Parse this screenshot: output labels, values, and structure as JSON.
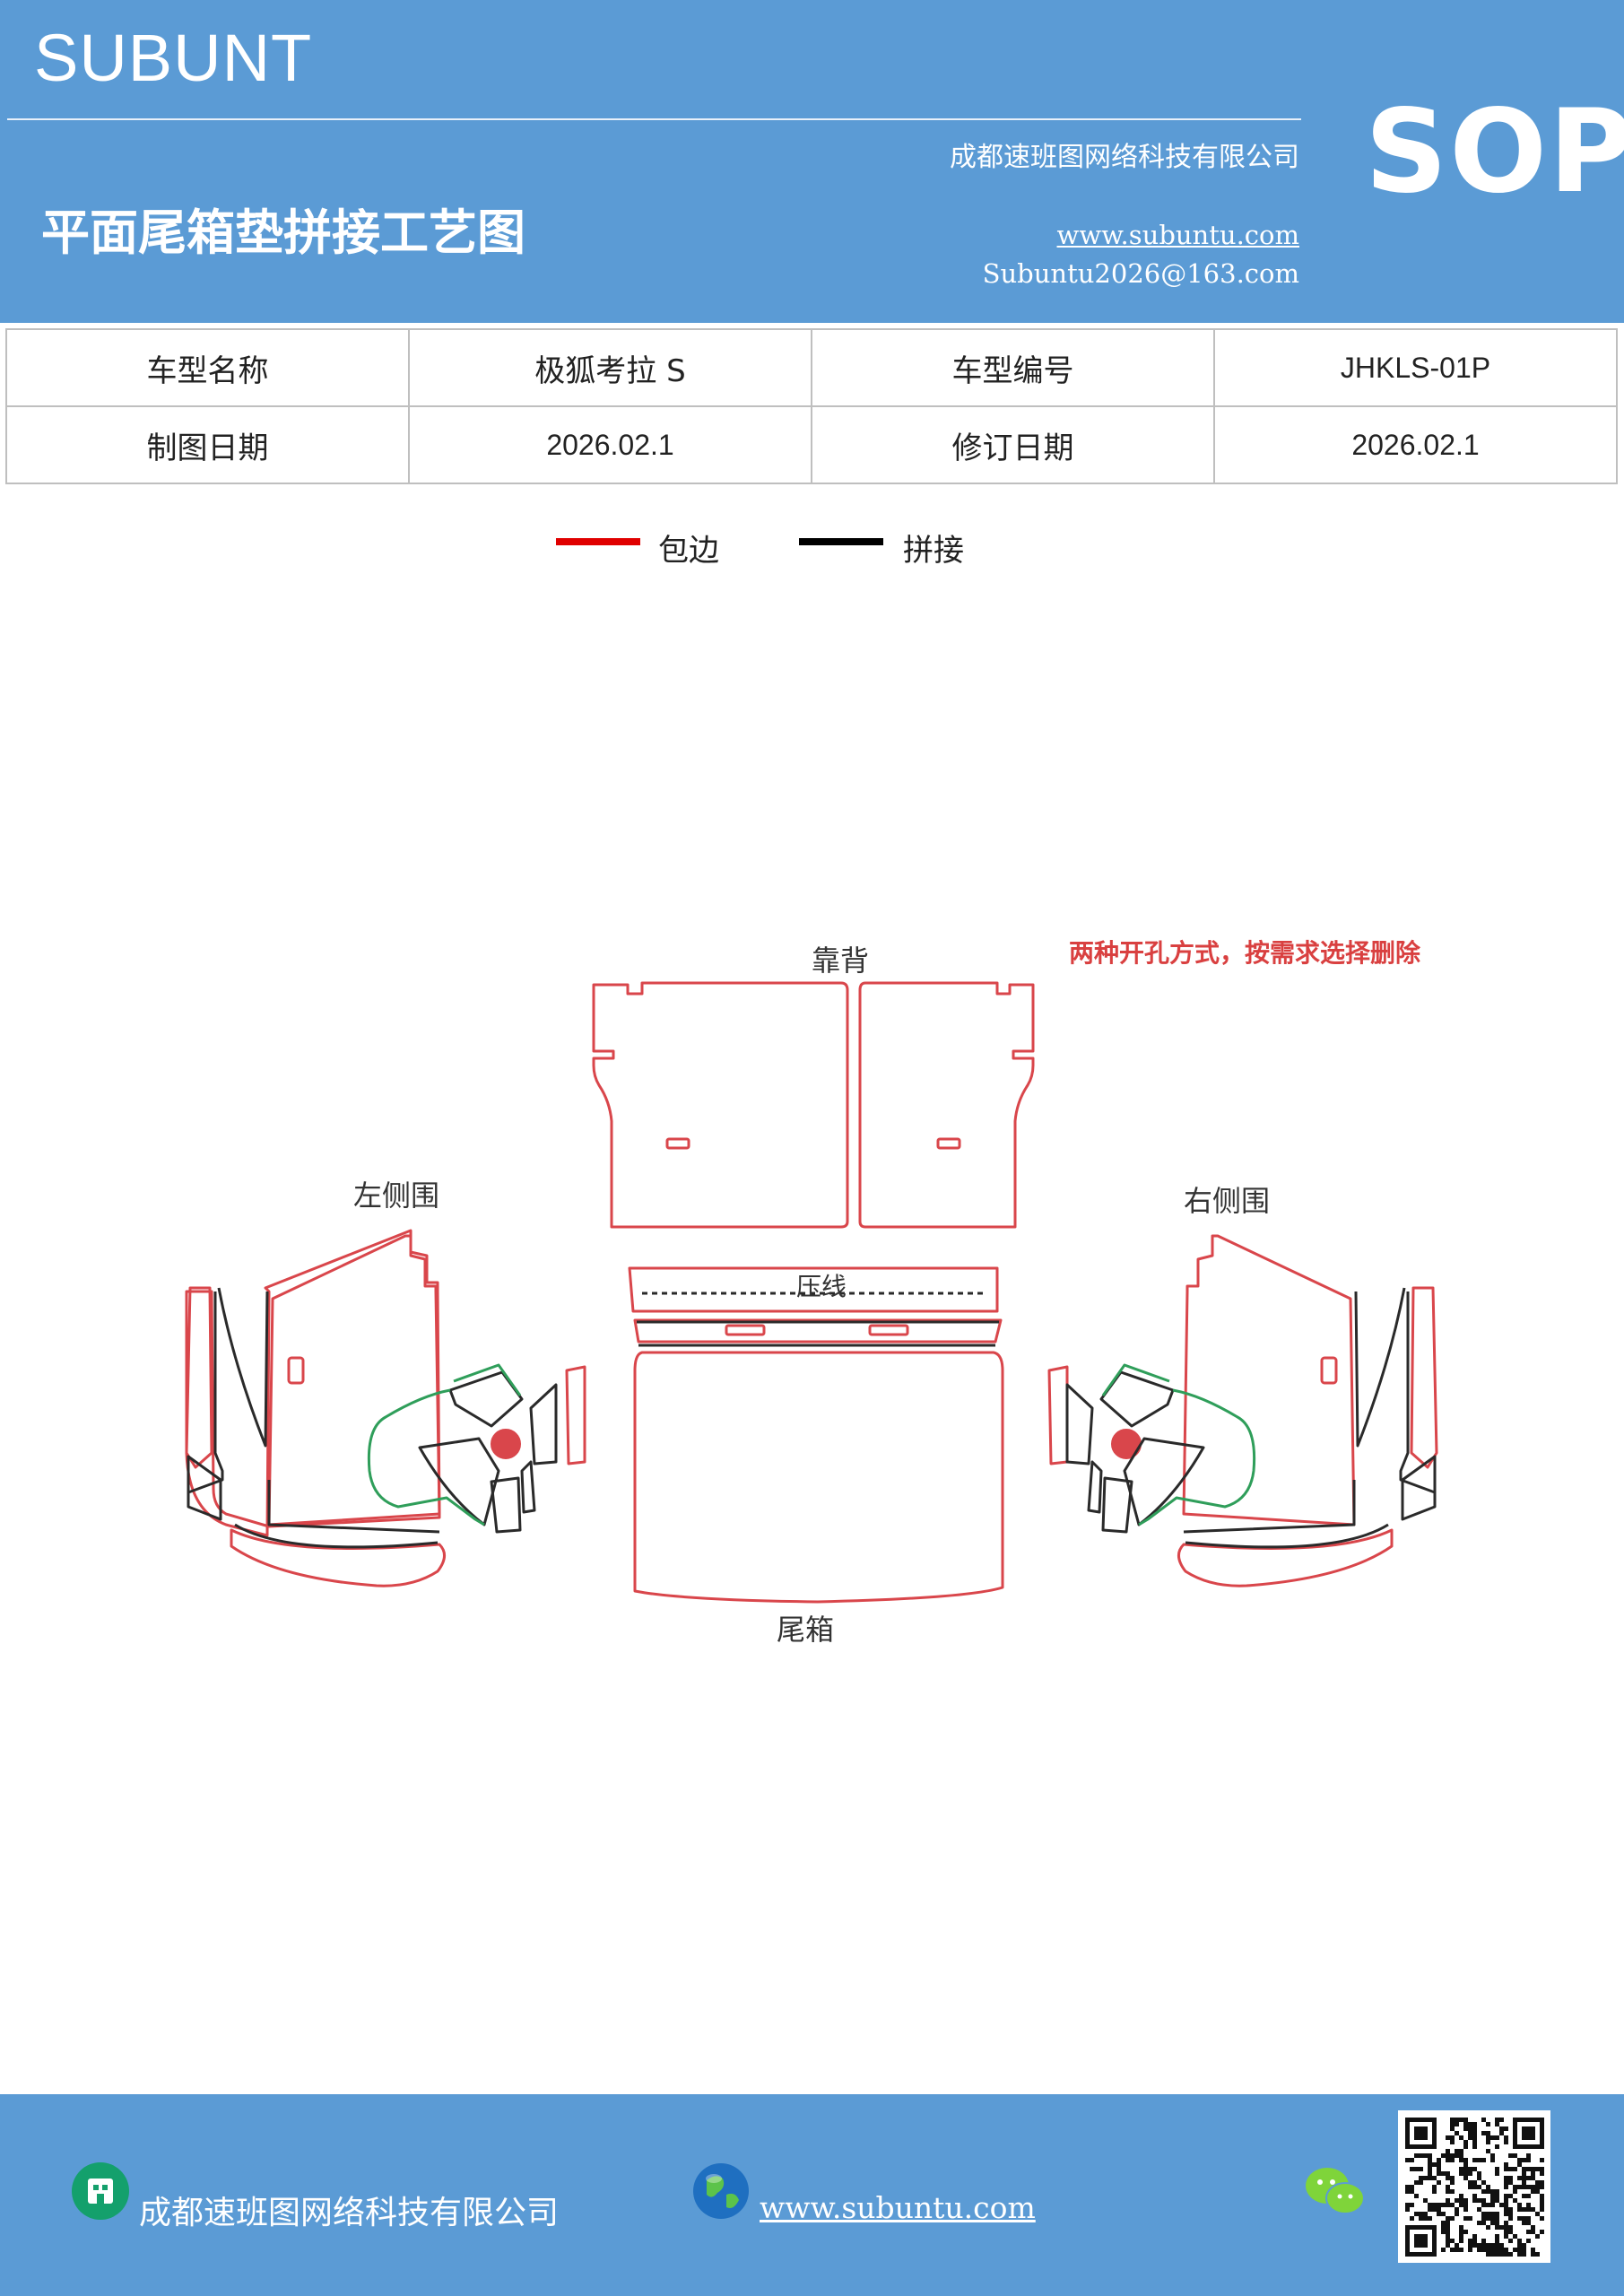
{
  "header": {
    "brand": "SUBUNT",
    "company": "成都速班图网络科技有限公司",
    "title": "平面尾箱垫拼接工艺图",
    "website": "www.subuntu.com",
    "email": "Subuntu2026@163.com",
    "badge": "SOP"
  },
  "info_table": {
    "model_name_label": "车型名称",
    "model_name_value": "极狐考拉 S",
    "model_code_label": "车型编号",
    "model_code_value": "JHKLS-01P",
    "draw_date_label": "制图日期",
    "draw_date_value": "2026.02.1",
    "revise_date_label": "修订日期",
    "revise_date_value": "2026.02.1"
  },
  "legend": {
    "edge_label": "包边",
    "edge_color": "#e00000",
    "seam_label": "拼接",
    "seam_color": "#000000"
  },
  "diagram": {
    "backrest_label": "靠背",
    "note": "两种开孔方式，按需求选择删除",
    "left_side_label": "左侧围",
    "right_side_label": "右侧围",
    "crease_label": "压线",
    "trunk_label": "尾箱",
    "colors": {
      "edge": "#d9464b",
      "seam": "#2a2a2a",
      "alt": "#2f9e5a",
      "note": "#d94040"
    }
  },
  "footer": {
    "company": "成都速班图网络科技有限公司",
    "website": "www.subuntu.com ",
    "icons": [
      "building-icon",
      "globe-icon",
      "wechat-icon",
      "qr-code"
    ]
  }
}
